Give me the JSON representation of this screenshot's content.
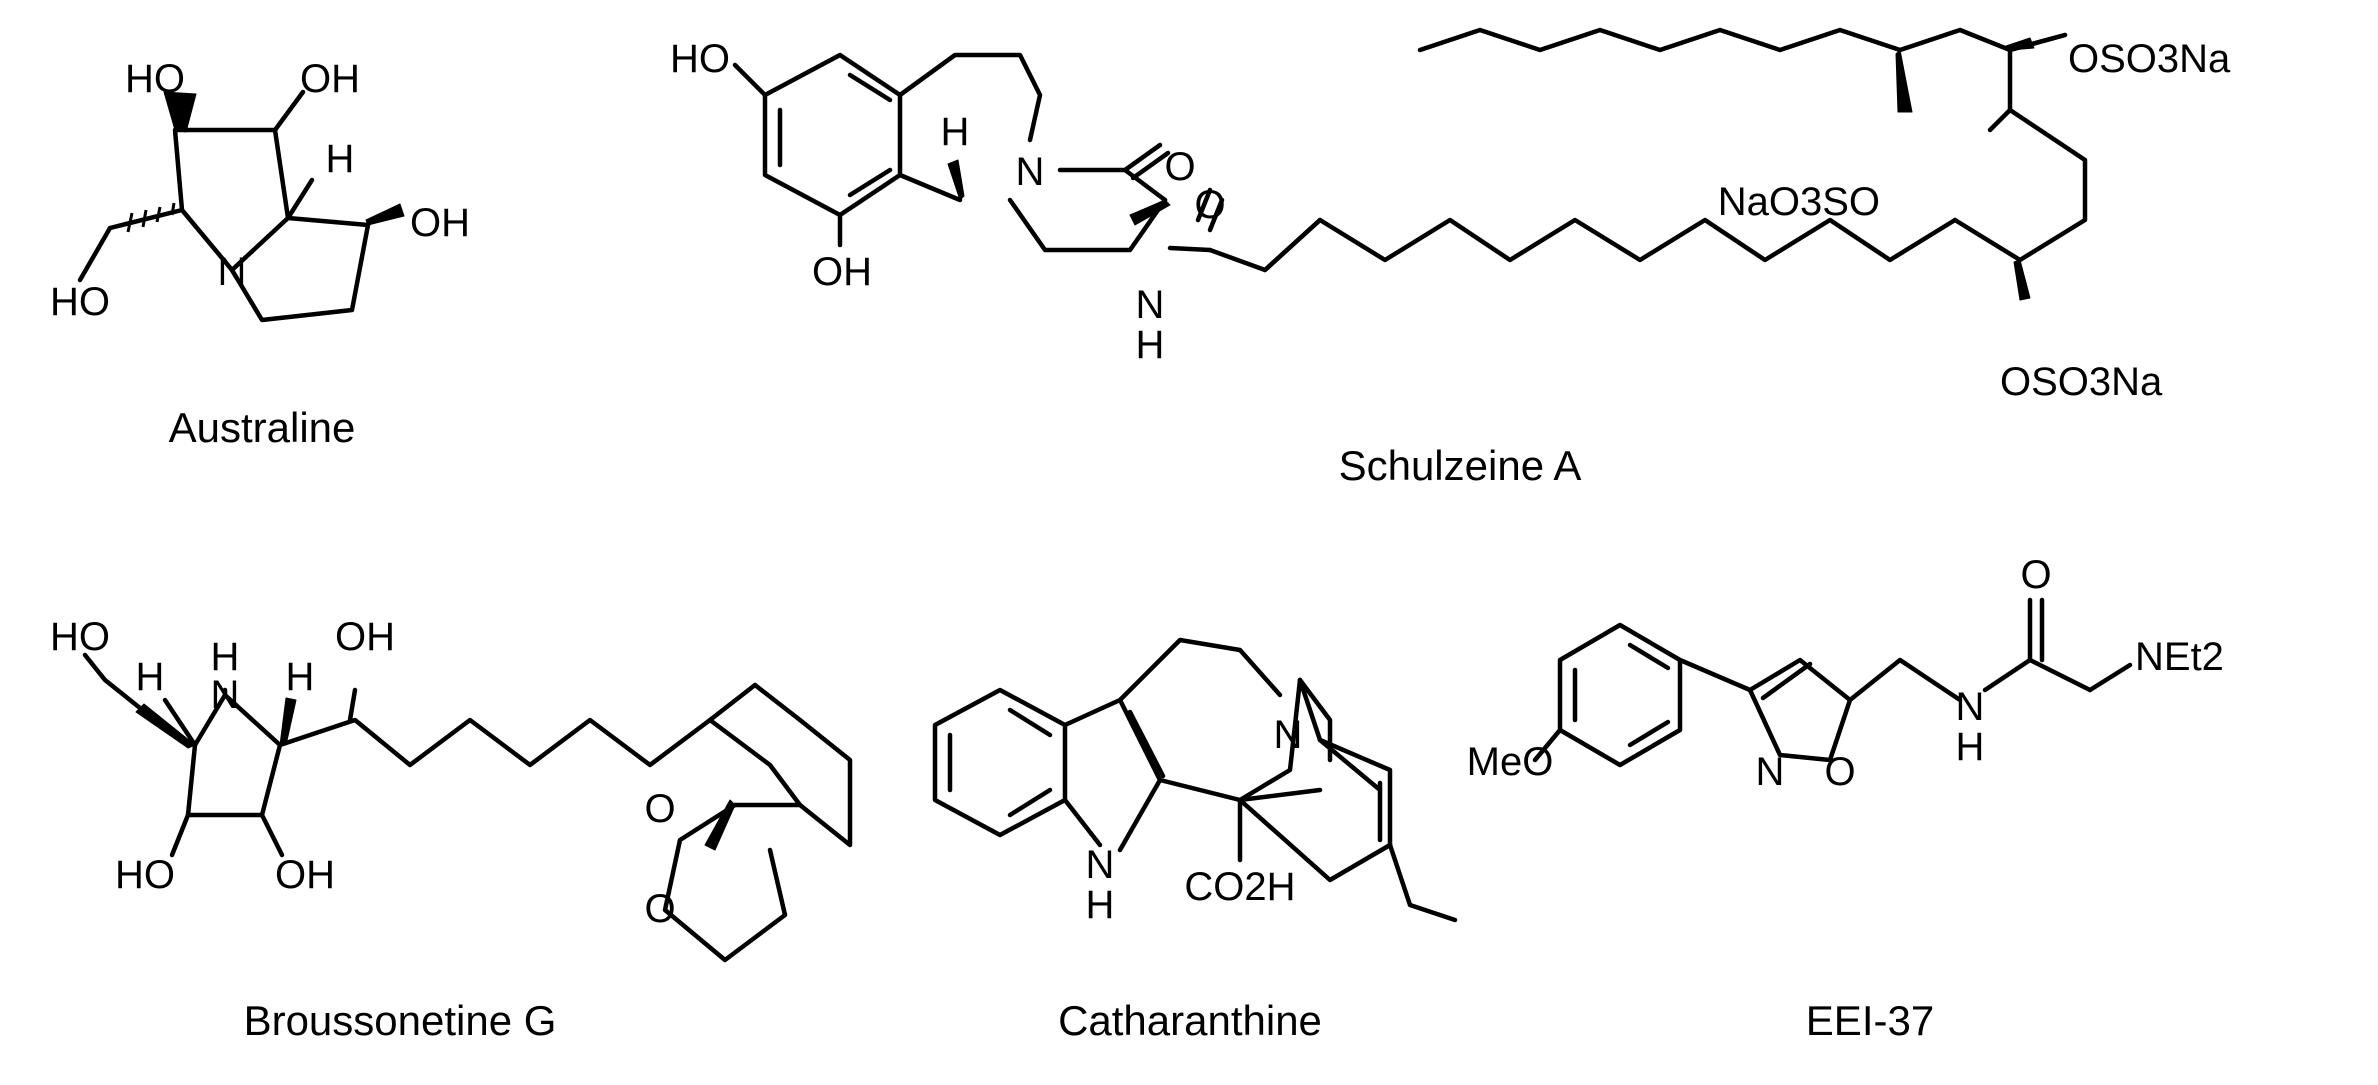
{
  "molecules": {
    "australine": {
      "name": "Australine",
      "labels": {
        "ho_top": "HO",
        "oh_top": "OH",
        "h": "H",
        "oh_right": "OH",
        "n": "N",
        "ho_left": "HO"
      }
    },
    "schulzeine_a": {
      "name": "Schulzeine A",
      "labels": {
        "ho": "HO",
        "oh": "OH",
        "h": "H",
        "n_ring": "N",
        "o_keto": "O",
        "n_amide": "N",
        "h_amide": "H",
        "o_amide": "O",
        "naso3o": "NaO3SO",
        "oso3na_top": "OSO3Na",
        "oso3na_bottom": "OSO3Na"
      }
    },
    "broussonetine_g": {
      "name": "Broussonetine G",
      "labels": {
        "ho_top": "HO",
        "h_left": "H",
        "n": "N",
        "h_nh": "H",
        "h_right": "H",
        "oh_top": "OH",
        "ho_bottom": "HO",
        "oh_bottom": "OH",
        "o_pyran": "O",
        "o_furan": "O"
      }
    },
    "catharanthine": {
      "name": "Catharanthine",
      "labels": {
        "n_bridge": "N",
        "n_indole": "N",
        "h_indole": "H",
        "co2h": "CO2H"
      }
    },
    "eei_37": {
      "name": "EEI-37",
      "labels": {
        "meo": "MeO",
        "n_isox": "N",
        "o_isox": "O",
        "nh": "N",
        "h_nh": "H",
        "o_amide": "O",
        "net2": "NEt2"
      }
    }
  }
}
